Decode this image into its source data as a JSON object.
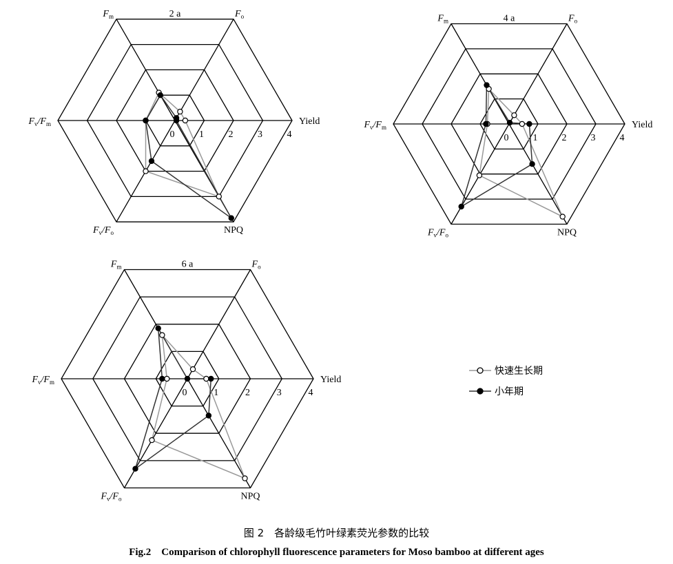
{
  "colors": {
    "fast_growth": "#999999",
    "off_year": "#333333",
    "grid": "#000000"
  },
  "legend": [
    {
      "key": "fast_growth",
      "label": "快速生长期",
      "marker": "open-circle"
    },
    {
      "key": "off_year",
      "label": "小年期",
      "marker": "filled-circle"
    }
  ],
  "caption": {
    "zh": "图 2　各龄级毛竹叶绿素荧光参数的比较",
    "en": "Fig.2　Comparison of chlorophyll fluorescence parameters for Moso bamboo at different ages"
  },
  "chart_data": [
    {
      "type": "radar",
      "title": "2 a",
      "axes": [
        {
          "key": "Yield",
          "text": "Yield"
        },
        {
          "key": "Fo",
          "main": "F",
          "sub": "o"
        },
        {
          "key": "Fm",
          "main": "F",
          "sub": "m"
        },
        {
          "key": "FvFm",
          "main": "F",
          "sub": "v",
          "main2": "/F",
          "sub2": "m"
        },
        {
          "key": "FvFo",
          "main": "F",
          "sub": "v",
          "main2": "/F",
          "sub2": "o"
        },
        {
          "key": "NPQ",
          "text": "NPQ"
        }
      ],
      "scale": {
        "min": 0,
        "max": 4,
        "ticks": [
          "0",
          "1",
          "2",
          "3",
          "4"
        ]
      },
      "series": [
        {
          "key": "fast_growth",
          "name": "快速生长期",
          "values": [
            0.35,
            0.35,
            1.1,
            1.0,
            2.0,
            3.0
          ]
        },
        {
          "key": "off_year",
          "name": "小年期",
          "values": [
            0.05,
            0.1,
            1.0,
            1.0,
            1.6,
            3.85
          ]
        }
      ]
    },
    {
      "type": "radar",
      "title": "4 a",
      "axes": [
        {
          "key": "Yield",
          "text": "Yield"
        },
        {
          "key": "Fo",
          "main": "F",
          "sub": "o"
        },
        {
          "key": "Fm",
          "main": "F",
          "sub": "m"
        },
        {
          "key": "FvFm",
          "main": "F",
          "sub": "v",
          "main2": "/F",
          "sub2": "m"
        },
        {
          "key": "FvFo",
          "main": "F",
          "sub": "v",
          "main2": "/F",
          "sub2": "o"
        },
        {
          "key": "NPQ",
          "text": "NPQ"
        }
      ],
      "scale": {
        "min": 0,
        "max": 4,
        "ticks": [
          "0",
          "1",
          "2",
          "3",
          "4"
        ]
      },
      "series": [
        {
          "key": "fast_growth",
          "name": "快速生长期",
          "values": [
            0.45,
            0.35,
            1.4,
            0.75,
            2.05,
            3.7
          ]
        },
        {
          "key": "off_year",
          "name": "小年期",
          "values": [
            0.7,
            0.05,
            1.55,
            0.8,
            3.3,
            1.6
          ]
        }
      ]
    },
    {
      "type": "radar",
      "title": "6 a",
      "axes": [
        {
          "key": "Yield",
          "text": "Yield"
        },
        {
          "key": "Fo",
          "main": "F",
          "sub": "o"
        },
        {
          "key": "Fm",
          "main": "F",
          "sub": "m"
        },
        {
          "key": "FvFm",
          "main": "F",
          "sub": "v",
          "main2": "/F",
          "sub2": "m"
        },
        {
          "key": "FvFo",
          "main": "F",
          "sub": "v",
          "main2": "/F",
          "sub2": "o"
        },
        {
          "key": "NPQ",
          "text": "NPQ"
        }
      ],
      "scale": {
        "min": 0,
        "max": 4,
        "ticks": [
          "0",
          "1",
          "2",
          "3",
          "4"
        ]
      },
      "series": [
        {
          "key": "fast_growth",
          "name": "快速生长期",
          "values": [
            0.6,
            0.35,
            1.6,
            0.65,
            2.25,
            3.65
          ]
        },
        {
          "key": "off_year",
          "name": "小年期",
          "values": [
            0.75,
            0.0,
            1.85,
            0.8,
            3.3,
            1.35
          ]
        }
      ]
    }
  ]
}
